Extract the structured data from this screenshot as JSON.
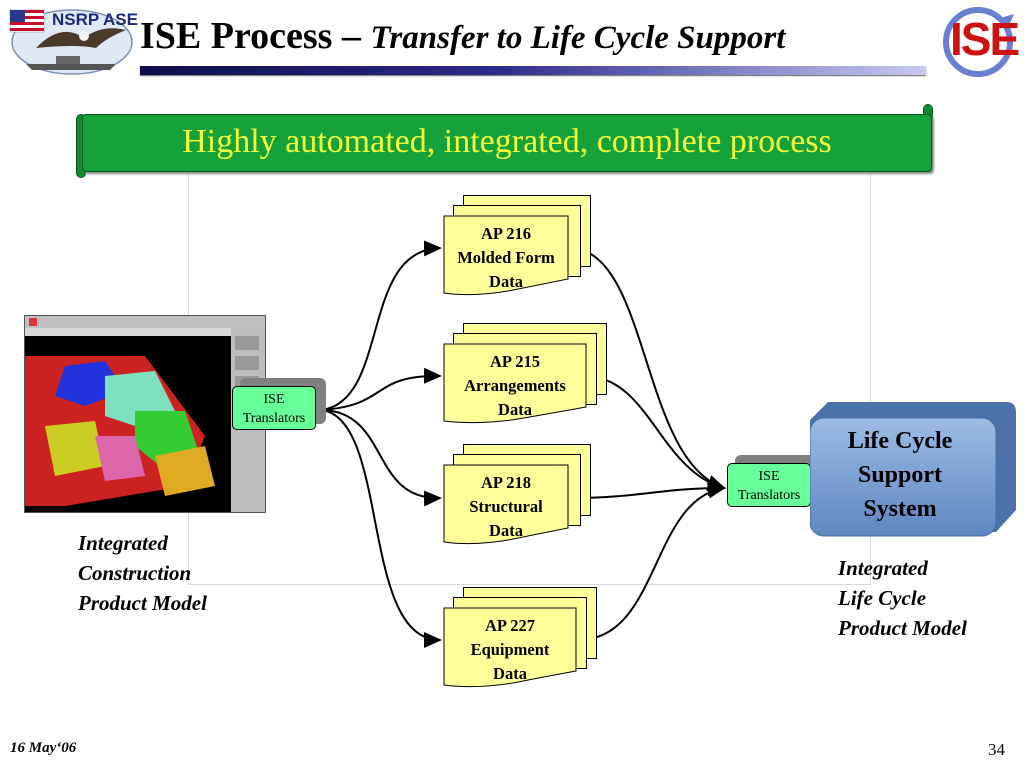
{
  "header": {
    "title_main": "ISE Process – ",
    "title_sub": "Transfer to Life Cycle Support",
    "logo_left_text": "NSRP ASE",
    "logo_right_text": "ISE"
  },
  "banner": {
    "text": "Highly automated, integrated, complete process"
  },
  "data_sets": [
    {
      "line1": "AP 216",
      "line2": "Molded Form",
      "line3": "Data"
    },
    {
      "line1": "AP 215",
      "line2": "Arrangements",
      "line3": "Data"
    },
    {
      "line1": "AP 218",
      "line2": "Structural",
      "line3": "Data"
    },
    {
      "line1": "AP 227",
      "line2": "Equipment",
      "line3": "Data"
    }
  ],
  "translators": [
    {
      "line1": "ISE",
      "line2": "Translators"
    },
    {
      "line1": "ISE",
      "line2": "Translators"
    }
  ],
  "lifecycle_system": {
    "line1": "Life Cycle",
    "line2": "Support",
    "line3": "System"
  },
  "captions": {
    "left": {
      "line1": "Integrated",
      "line2": "Construction",
      "line3": "Product Model"
    },
    "right": {
      "line1": "Integrated",
      "line2": "Life Cycle",
      "line3": "Product Model"
    }
  },
  "footer": {
    "date": "16 May‘06",
    "page": "34"
  },
  "colors": {
    "banner": "#15a23a",
    "banner_text": "#f4ff3a",
    "document": "#ffff99",
    "translator": "#66ff99",
    "lifecycle": "#7fa6d6"
  }
}
